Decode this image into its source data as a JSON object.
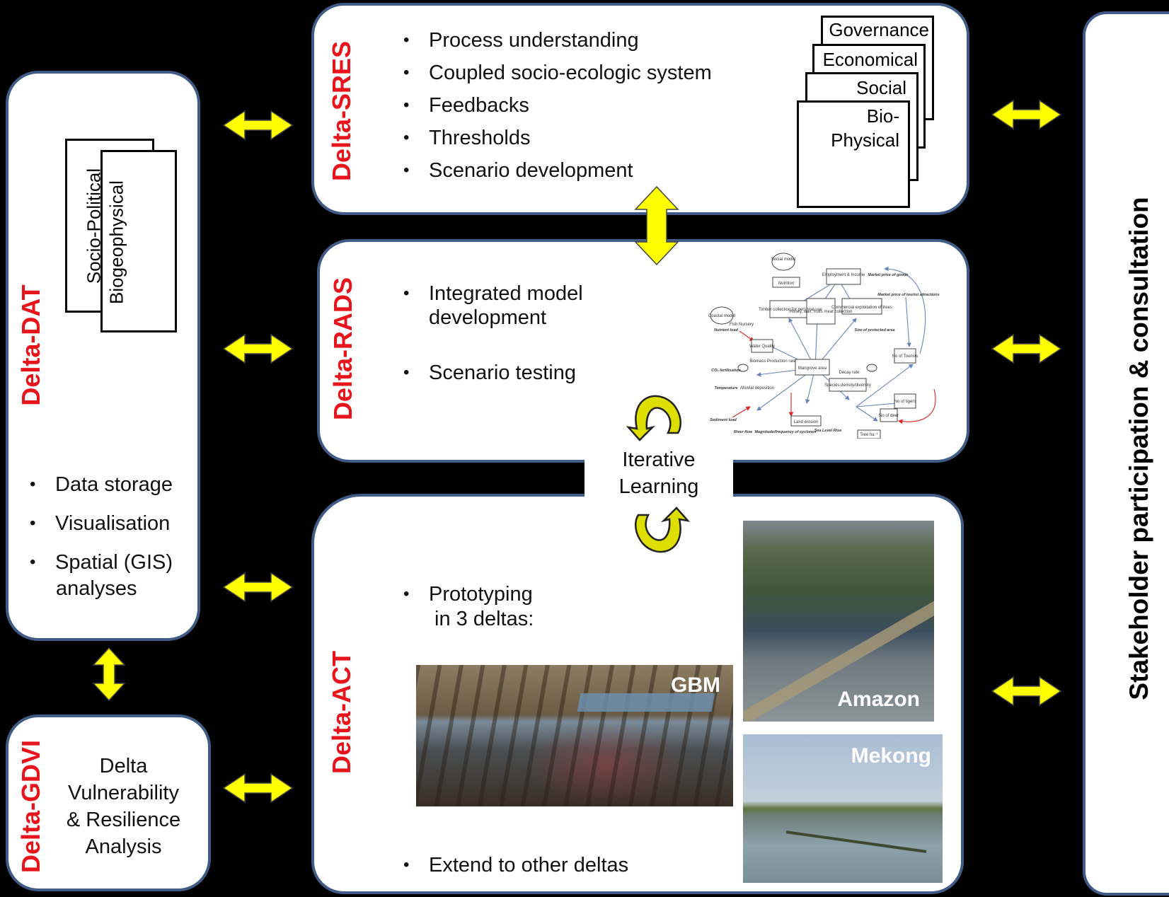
{
  "left_top": {
    "label": "Delta-DAT",
    "cards": [
      "Socio-Political",
      "Biogeophysical"
    ],
    "bullets": [
      "Data storage",
      "Visualisation",
      "Spatial (GIS)",
      "analyses"
    ]
  },
  "left_bottom": {
    "label": "Delta-GDVI",
    "text": [
      "Delta",
      "Vulnerability",
      "& Resilience",
      "Analysis"
    ]
  },
  "sres": {
    "label": "Delta-SRES",
    "bullets": [
      "Process understanding",
      "Coupled socio-ecologic system",
      "Feedbacks",
      "Thresholds",
      "Scenario development"
    ],
    "stack": [
      "Governance",
      "Economical",
      "Social",
      "Bio-",
      "Physical"
    ]
  },
  "rads": {
    "label": "Delta-RADS",
    "bullets": [
      "Integrated model",
      "development",
      "Scenario testing"
    ],
    "model_nodes": [
      "Social model",
      "Employment & Income",
      "Nutrition",
      "Coastal model",
      "Timber collection for personal use",
      "Honey, wax, fruits meat collection",
      "Commercial exploitation of trees",
      "Fish Nursery",
      "Water Quality",
      "Mangrove area",
      "Decay rate",
      "Biomass Production rate",
      "Alluvial deposition",
      "Land erosion",
      "Species density/diversity",
      "No of tigers",
      "No of deer",
      "No of Tourists",
      "Tree ha⁻¹"
    ],
    "model_drivers": [
      "Market price of goods",
      "Market price of tourist attractions",
      "Size of protected area",
      "Nutrient load",
      "CO₂ fertilisation",
      "Temperature",
      "Sediment load",
      "River flow",
      "Magnitude/frequency of cyclones",
      "Sea Level Rise"
    ]
  },
  "center": {
    "text": [
      "Iterative",
      "Learning"
    ]
  },
  "act": {
    "label": "Delta-ACT",
    "bullets": [
      "Prototyping",
      "in 3 deltas:",
      "Extend to other deltas"
    ],
    "photos": [
      "GBM",
      "Amazon",
      "Mekong"
    ]
  },
  "right": {
    "label": "Stakeholder participation & consultation"
  },
  "colors": {
    "border": "#3f5b86",
    "label_red": "#e8141c",
    "arrow_yellow": "#ffff00"
  }
}
